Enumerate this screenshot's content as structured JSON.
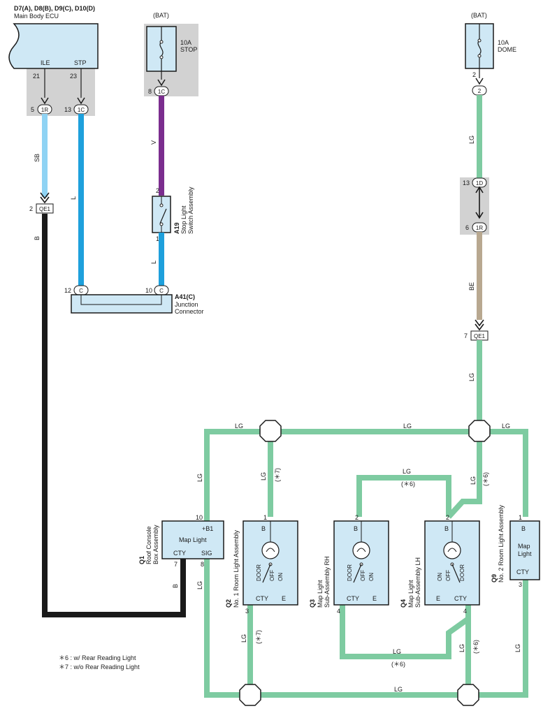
{
  "colors": {
    "wire_SB": "#8fd3f4",
    "wire_L": "#1ea0dc",
    "wire_V": "#7b2d8e",
    "wire_LG": "#7ecba1",
    "wire_BE": "#b8a890",
    "wire_B": "#1a1a1a",
    "component_fill": "#cfe8f5",
    "shade": "#d2d2d2"
  },
  "ecu": {
    "title": "D7(A), D8(B), D9(C), D10(D)",
    "name": "Main Body ECU",
    "pin_ile_label": "ILE",
    "pin_stp_label": "STP",
    "pin_ile_num": "21",
    "pin_stp_num": "23",
    "conn_ile_num": "5",
    "conn_ile_tag": "1R",
    "conn_stp_num": "13",
    "conn_stp_tag": "1C"
  },
  "fuse_stop": {
    "bat": "(BAT)",
    "rating": "10A",
    "name": "STOP",
    "pin": "8",
    "tag": "1C"
  },
  "fuse_dome": {
    "bat": "(BAT)",
    "rating": "10A",
    "name": "DOME",
    "pin": "2",
    "tag": "2"
  },
  "stop_switch": {
    "code": "A19",
    "name_line1": "Stop Light",
    "name_line2": "Switch Assembly",
    "pin_top": "2",
    "pin_bottom": "1"
  },
  "junction": {
    "code": "A41(C)",
    "name_line1": "Junction",
    "name_line2": "Connector",
    "pin_left": "12",
    "pin_right": "10",
    "tag": "C"
  },
  "qe1_left": {
    "pin": "2",
    "tag": "QE1"
  },
  "qe1_right": {
    "pin": "7",
    "tag": "QE1"
  },
  "dome_connectors": {
    "top_pin": "13",
    "top_tag": "1D",
    "bottom_pin": "6",
    "bottom_tag": "1R"
  },
  "wire_labels": {
    "sb": "SB",
    "l": "L",
    "v": "V",
    "l2": "L",
    "b": "B",
    "lg": "LG",
    "be": "BE"
  },
  "q1": {
    "code": "Q1",
    "name_line1": "Roof Console",
    "name_line2": "Box Assembly",
    "title": "Map Light",
    "pin_b1": "+B1",
    "pin_cty": "CTY",
    "pin_sig": "SIG",
    "pin_num_b1": "10",
    "pin_num_cty": "7",
    "pin_num_sig": "8"
  },
  "q2": {
    "code": "Q2",
    "name_line1": "No. 1 Room Light Assembly",
    "pin_b": "B",
    "pin_cty": "CTY",
    "pin_e": "E",
    "door": "DOOR",
    "off": "OFF",
    "on": "ON",
    "pin_num_b": "1",
    "pin_num_cty": "3"
  },
  "q3": {
    "code": "Q3",
    "name_line1": "Map Light",
    "name_line2": "Sub-Assembly RH",
    "pin_b": "B",
    "pin_cty": "CTY",
    "pin_e": "E",
    "door": "DOOR",
    "off": "OFF",
    "on": "ON",
    "pin_num_b": "2",
    "pin_num_cty": "4"
  },
  "q4": {
    "code": "Q4",
    "name_line1": "Map Light",
    "name_line2": "Sub-Assembly LH",
    "pin_b": "B",
    "pin_cty": "CTY",
    "pin_e": "E",
    "door": "DOOR",
    "off": "OFF",
    "on": "ON",
    "pin_num_b": "2",
    "pin_num_cty": "4"
  },
  "q9": {
    "code": "Q9",
    "name_line1": "No. 2 Room Light Assembly",
    "title_line1": "Map",
    "title_line2": "Light",
    "pin_b": "B",
    "pin_cty": "CTY",
    "pin_num_b": "1",
    "pin_num_cty": "3"
  },
  "notes": {
    "n6": "＊6 : w/ Rear Reading Light",
    "n7": "＊7 : w/o Rear Reading Light",
    "mark6": "(＊6)",
    "mark7": "(＊7)"
  }
}
